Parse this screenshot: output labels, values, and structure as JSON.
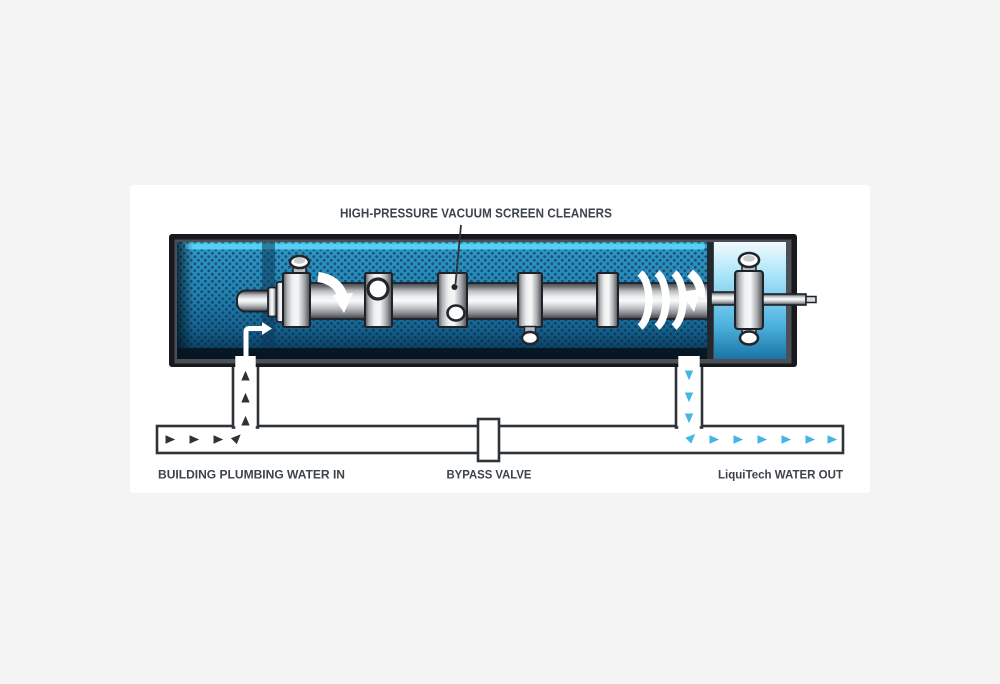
{
  "page": {
    "background": "#f4f4f5"
  },
  "panel": {
    "background": "#ffffff"
  },
  "diagram": {
    "title": "HIGH-PRESSURE VACUUM SCREEN CLEANERS",
    "labels": {
      "water_in": "BUILDING PLUMBING WATER IN",
      "bypass_valve": "BYPASS VALVE",
      "water_out": "LiquiTech WATER OUT"
    },
    "colors": {
      "label_text": "#3d434b",
      "pipe_outline": "#2e3338",
      "inlet_arrows": "#2e3338",
      "outlet_arrows": "#45b5e4",
      "vessel_frame": "#17191c",
      "vessel_water": "#2182b2",
      "vessel_water_highlight": "#55cff2",
      "outlet_chamber": "#a5e3f8",
      "metal": "#c4c7ca"
    }
  }
}
